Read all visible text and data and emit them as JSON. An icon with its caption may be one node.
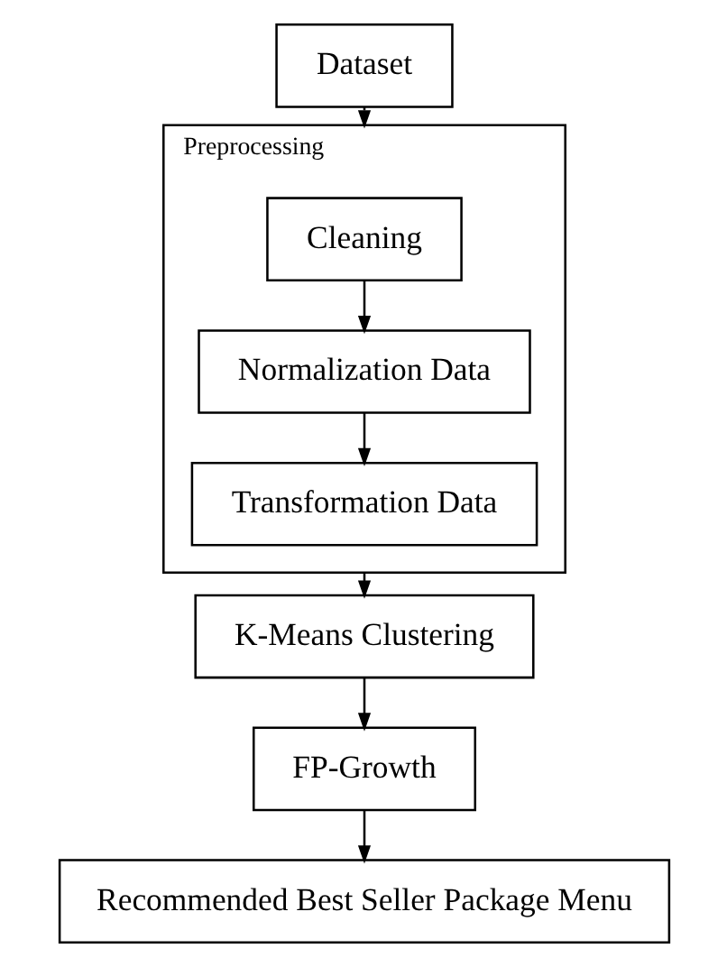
{
  "diagram": {
    "nodes": [
      {
        "text": [
          "Dataset"
        ]
      },
      {
        "text": [
          "Preprocessing"
        ]
      },
      {
        "text": [
          "Cleaning"
        ],
        "in": 1
      },
      {
        "text": [
          "Normalization Data"
        ],
        "in": 1
      },
      {
        "text": [
          "Transformation Data"
        ],
        "in": 1
      },
      {
        "text": [
          "K-Means Clustering"
        ]
      },
      {
        "text": [
          "FP-Growth"
        ]
      },
      {
        "text": [
          "Recommended Best Seller Package Menu"
        ]
      }
    ],
    "edges": [
      {
        "from": 0,
        "to": 1,
        "arrow": "to"
      },
      {
        "from": 2,
        "to": 3,
        "arrow": "to"
      },
      {
        "from": 3,
        "to": 4,
        "arrow": "to"
      },
      {
        "from": 1,
        "to": 5,
        "arrow": "to"
      },
      {
        "from": 5,
        "to": 6,
        "arrow": "to"
      },
      {
        "from": 6,
        "to": 7,
        "arrow": "to"
      }
    ]
  }
}
